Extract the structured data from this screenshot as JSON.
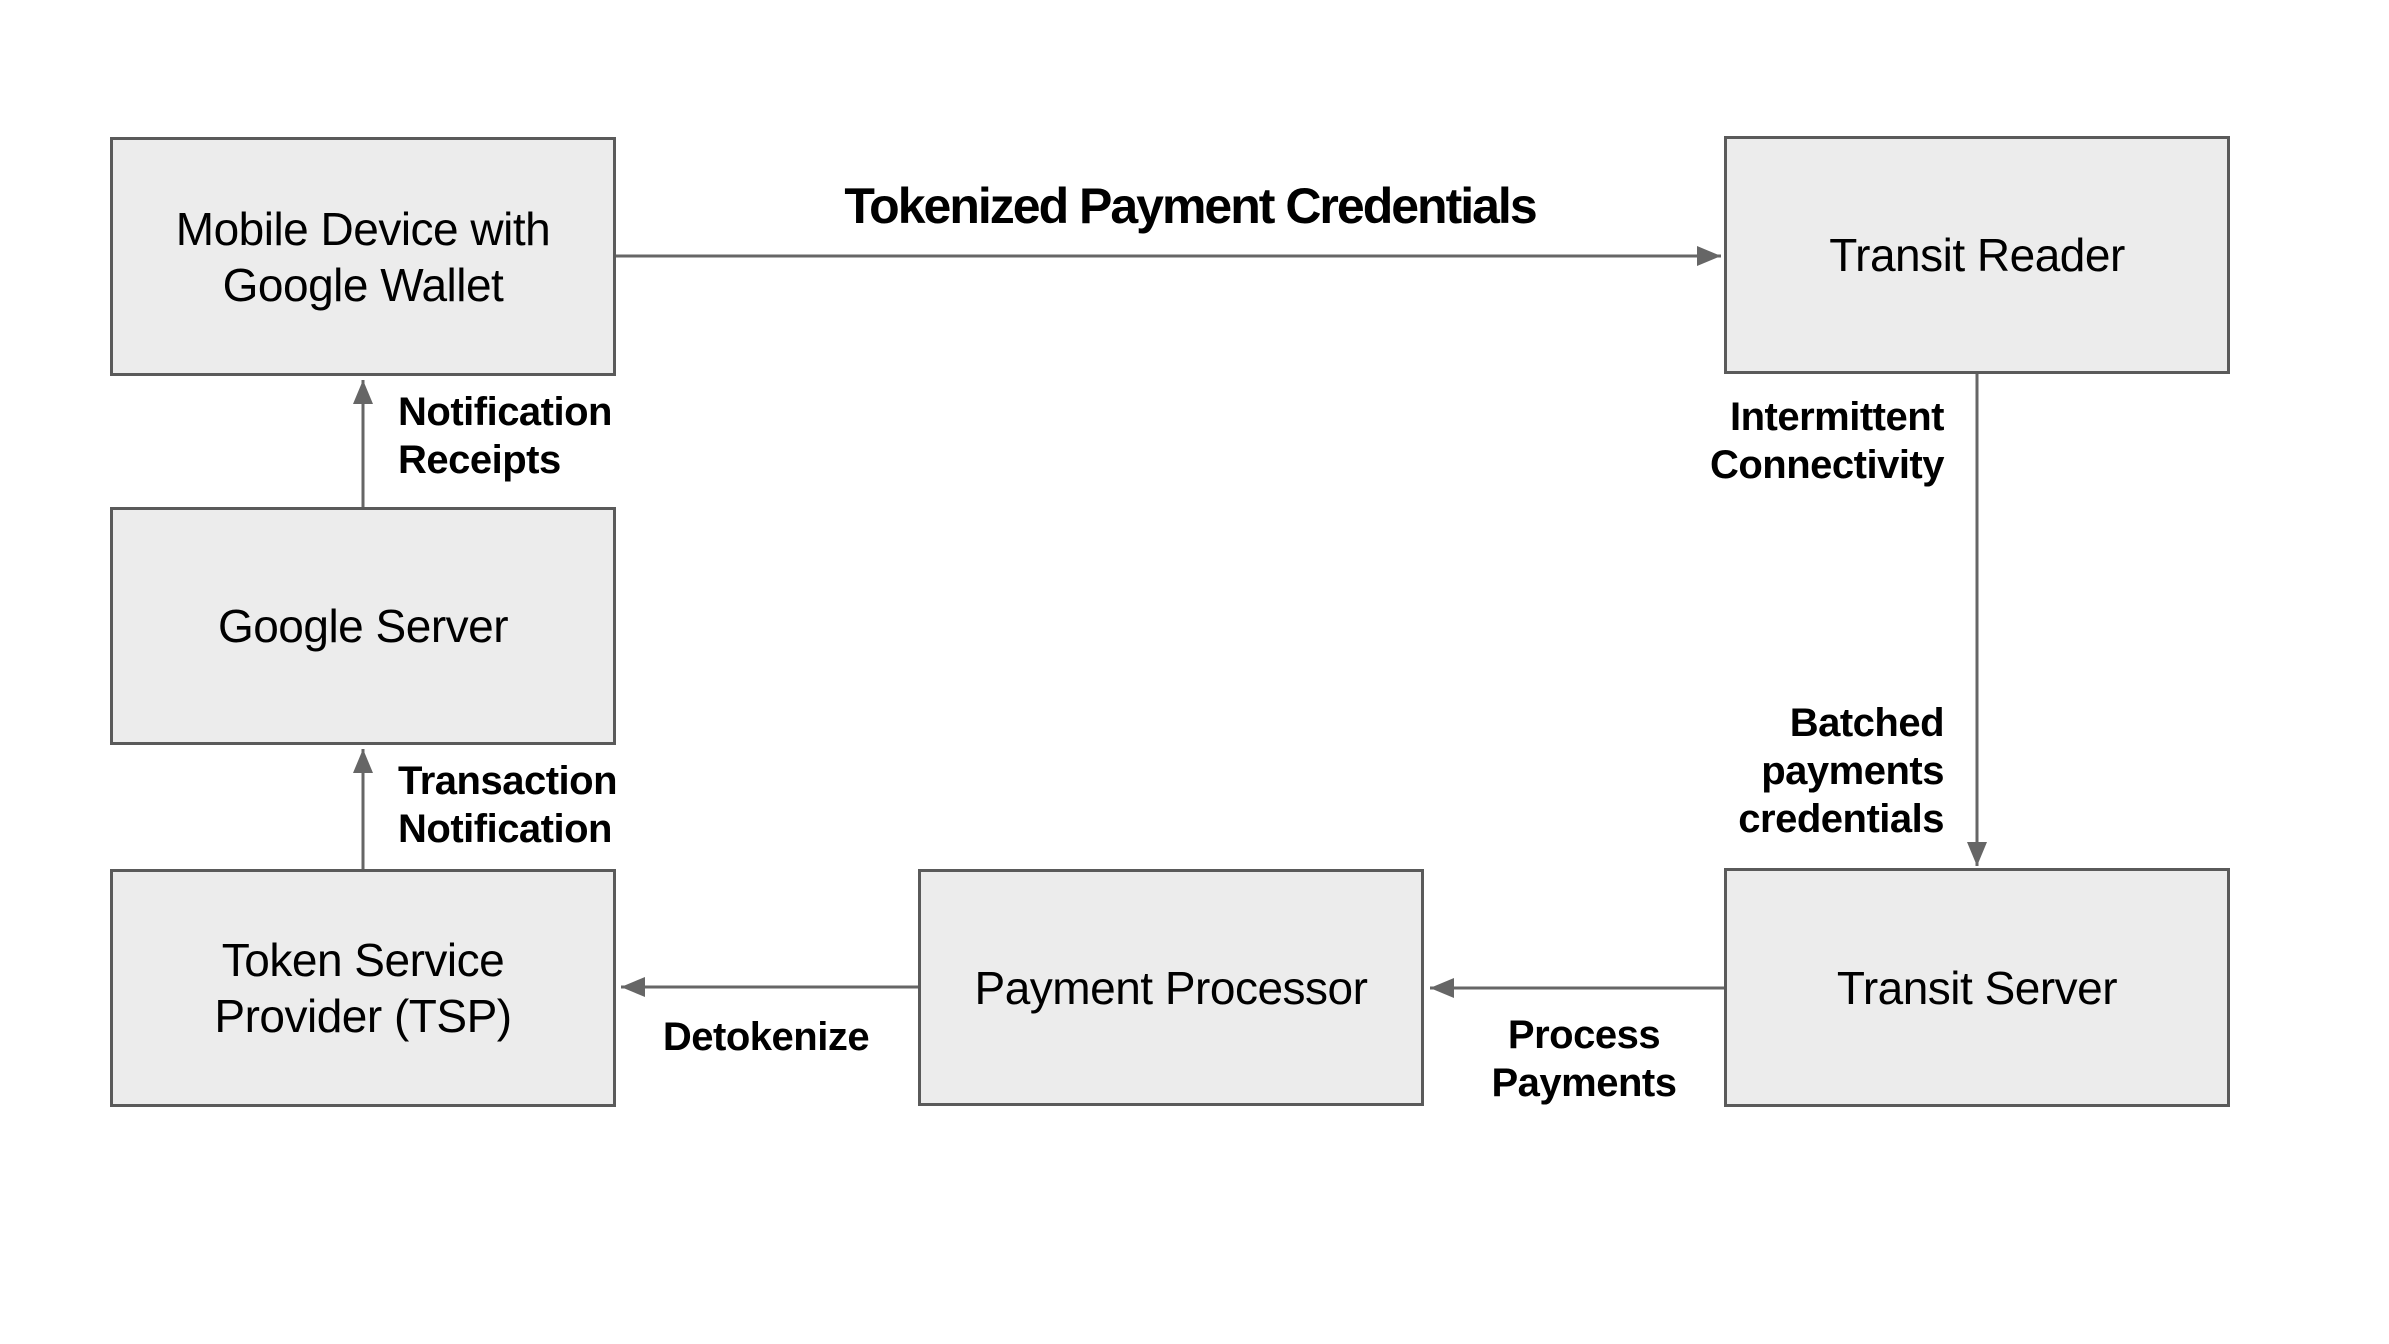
{
  "diagram": {
    "background_color": "#ffffff",
    "colors": {
      "node_fill": "#ececec",
      "node_border": "#5a5a5a",
      "arrow": "#666666",
      "text": "#000000"
    },
    "nodes": {
      "mobile": {
        "label": "Mobile Device with\nGoogle Wallet"
      },
      "reader": {
        "label": "Transit Reader"
      },
      "google": {
        "label": "Google Server"
      },
      "tsp": {
        "label": "Token Service\nProvider (TSP)"
      },
      "processor": {
        "label": "Payment Processor"
      },
      "transit_server": {
        "label": "Transit Server"
      }
    },
    "edges": [
      {
        "from": "mobile",
        "to": "reader",
        "label": "Tokenized Payment Credentials"
      },
      {
        "from": "reader",
        "to": "transit_server",
        "label_top": "Intermittent\nConnectivity",
        "label_bottom": "Batched\npayments\ncredentials"
      },
      {
        "from": "transit_server",
        "to": "processor",
        "label": "Process\nPayments"
      },
      {
        "from": "processor",
        "to": "tsp",
        "label": "Detokenize"
      },
      {
        "from": "tsp",
        "to": "google",
        "label": "Transaction\nNotification"
      },
      {
        "from": "google",
        "to": "mobile",
        "label": "Notification\nReceipts"
      }
    ]
  }
}
